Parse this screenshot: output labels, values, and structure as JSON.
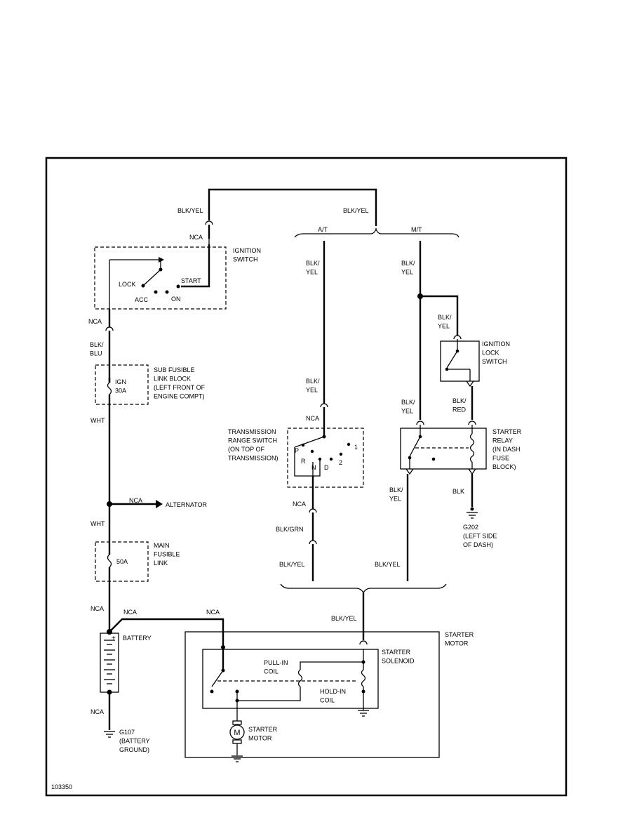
{
  "diagram_id": "103350",
  "components": {
    "ignition_switch": {
      "name": "IGNITION\nSWITCH",
      "positions": [
        "LOCK",
        "ACC",
        "ON",
        "START"
      ]
    },
    "sub_fusible_link": {
      "rating": "IGN\n30A",
      "name": "SUB FUSIBLE\nLINK BLOCK\n(LEFT FRONT OF\nENGINE COMPT)"
    },
    "alternator": {
      "name": "ALTERNATOR"
    },
    "main_fusible_link": {
      "rating": "50A",
      "name": "MAIN\nFUSIBLE\nLINK"
    },
    "battery": {
      "name": "BATTERY",
      "plus": "+"
    },
    "g107": {
      "name": "G107\n(BATTERY\nGROUND)"
    },
    "transmission_range_switch": {
      "name": "TRANSMISSION\nRANGE SWITCH\n(ON TOP OF\nTRANSMISSION)",
      "positions": [
        "P",
        "R",
        "N",
        "D",
        "2",
        "1"
      ]
    },
    "ignition_lock_switch": {
      "name": "IGNITION\nLOCK\nSWITCH"
    },
    "starter_relay": {
      "name": "STARTER\nRELAY\n(IN DASH\nFUSE\nBLOCK)"
    },
    "g202": {
      "name": "G202\n(LEFT SIDE\nOF DASH)"
    },
    "starter_motor_block": {
      "name": "STARTER\nMOTOR"
    },
    "starter_solenoid": {
      "name": "STARTER\nSOLENOID"
    },
    "pull_in_coil": {
      "name": "PULL-IN\nCOIL"
    },
    "hold_in_coil": {
      "name": "HOLD-IN\nCOIL"
    },
    "starter_motor": {
      "name": "STARTER\nMOTOR",
      "symbol": "M"
    }
  },
  "wires": {
    "top_left": "BLK/YEL",
    "top_right": "BLK/YEL",
    "nca_top": "NCA",
    "at": "A/T",
    "mt": "M/T",
    "at_upper": "BLK/\nYEL",
    "mt_upper": "BLK/\nYEL",
    "lock_sw_in": "BLK/\nYEL",
    "nca_ign": "NCA",
    "blk_blu": "BLK/\nBLU",
    "at_lower": "BLK/\nYEL",
    "nca_trs_in": "NCA",
    "relay_in": "BLK/\nYEL",
    "relay_coil": "BLK/\nRED",
    "wht_upper": "WHT",
    "nca_alt": "NCA",
    "relay_out": "BLK/\nYEL",
    "blk": "BLK",
    "nca_trs_out": "NCA",
    "wht_lower": "WHT",
    "blk_grn": "BLK/GRN",
    "at_bottom": "BLK/YEL",
    "mt_bottom": "BLK/YEL",
    "nca_batt": "NCA",
    "nca_batt2": "NCA",
    "nca_starter": "NCA",
    "starter_feed": "BLK/YEL",
    "nca_gnd": "NCA"
  }
}
